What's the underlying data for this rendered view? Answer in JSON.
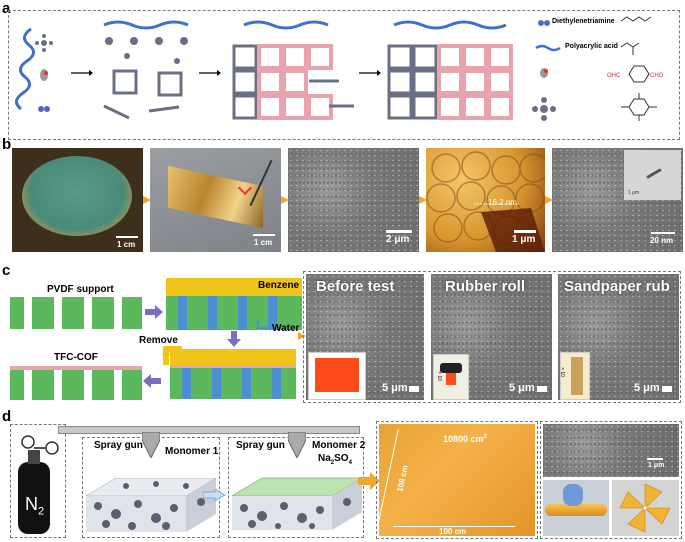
{
  "panels": {
    "a": "a",
    "b": "b",
    "c": "c",
    "d": "d"
  },
  "panel_a": {
    "legend": {
      "diethylenetriamine": "Diethylenetriamine",
      "polyacrylic_acid": "Polyacrylic acid"
    }
  },
  "panel_b": {
    "scales": [
      "1 cm",
      "1 cm",
      "2 μm",
      "1 μm",
      "20 nm"
    ],
    "height_label": "16.2 nm",
    "inset_scale": "1 μm"
  },
  "panel_c": {
    "pvdf": "PVDF support",
    "benzene": "Benzene",
    "water": "Water",
    "remove": "Remove",
    "tfc": "TFC-COF",
    "titles": [
      "Before test",
      "Rubber roll",
      "Sandpaper rub"
    ],
    "scales": [
      "5 μm",
      "5 μm",
      "5 μm"
    ],
    "roll_count": "× 10",
    "rub_count": "× 10"
  },
  "panel_d": {
    "n2": "N",
    "n2_sub": "2",
    "spray1": "Spray gun",
    "monomer1": "Monomer 1",
    "spray2": "Spray gun",
    "monomer2": "Monomer 2",
    "na2so4": "Na",
    "na2so4_sub": "2",
    "na2so4_tail": "SO",
    "na2so4_sub2": "4",
    "area": "10800 cm",
    "area_sup": "2",
    "len_side": "108 cm",
    "len_bottom": "100 cm",
    "sem_scale": "1 μm"
  },
  "colors": {
    "green": "#5cb85c",
    "yellow": "#f0c419",
    "blue_bar": "#4e8fd1",
    "arrow_purple": "#7b6cc4",
    "arrow_orange": "#f0a630",
    "cof_pink": "#e9a3ad",
    "cof_gray": "#6b6f86"
  }
}
